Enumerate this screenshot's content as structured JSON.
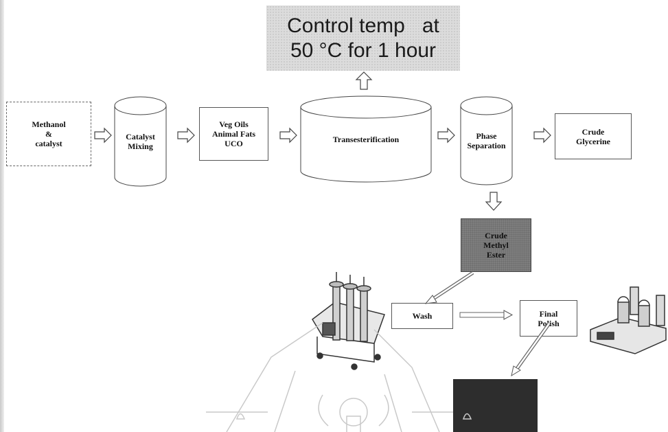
{
  "control_note": {
    "line1": "Control temp   at",
    "line2": "50 °C for 1 hour"
  },
  "nodes": {
    "methanol": "Methanol\n&\ncatalyst",
    "catalyst_mixing": "Catalyst\nMixing",
    "veg_oils": "Veg Oils\nAnimal Fats\nUCO",
    "transesterification": "Transesterification",
    "phase_separation": "Phase\nSeparation",
    "crude_glycerine": "Crude\nGlycerine",
    "crude_methyl_ester": "Crude\nMethyl\nEster",
    "wash": "Wash",
    "final_polish": "Final\nPolish"
  }
}
